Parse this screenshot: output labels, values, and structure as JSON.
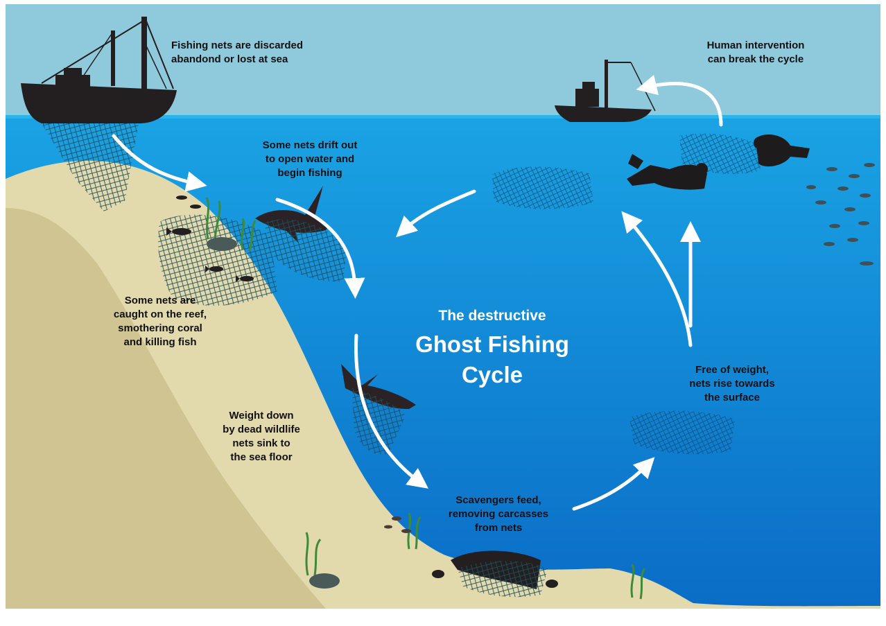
{
  "diagram": {
    "title": {
      "line1": "The destructive",
      "line2": "Ghost Fishing",
      "line3": "Cycle"
    },
    "labels": {
      "discarded": "Fishing nets are discarded\nabandond or lost at sea",
      "drift": "Some nets drift out\nto open water and\nbegin fishing",
      "reef": "Some nets are\ncaught on the reef,\nsmothering coral\nand killing fish",
      "sink": "Weight down\nby dead wildlife\nnets sink to\nthe sea floor",
      "scavengers": "Scavengers feed,\nremoving carcasses\nfrom nets",
      "rise": "Free of weight,\nnets rise towards\nthe surface",
      "intervention": "Human intervention\ncan break the cycle"
    },
    "colors": {
      "sky": "#8fc9dc",
      "ocean_top": "#1a9fe0",
      "ocean_bottom": "#0b6fc8",
      "sand_light": "#e2d9ad",
      "sand_dark": "#d0c592",
      "silhouette": "#231f20",
      "net": "#1f4e5c",
      "arrow": "#ffffff"
    }
  }
}
